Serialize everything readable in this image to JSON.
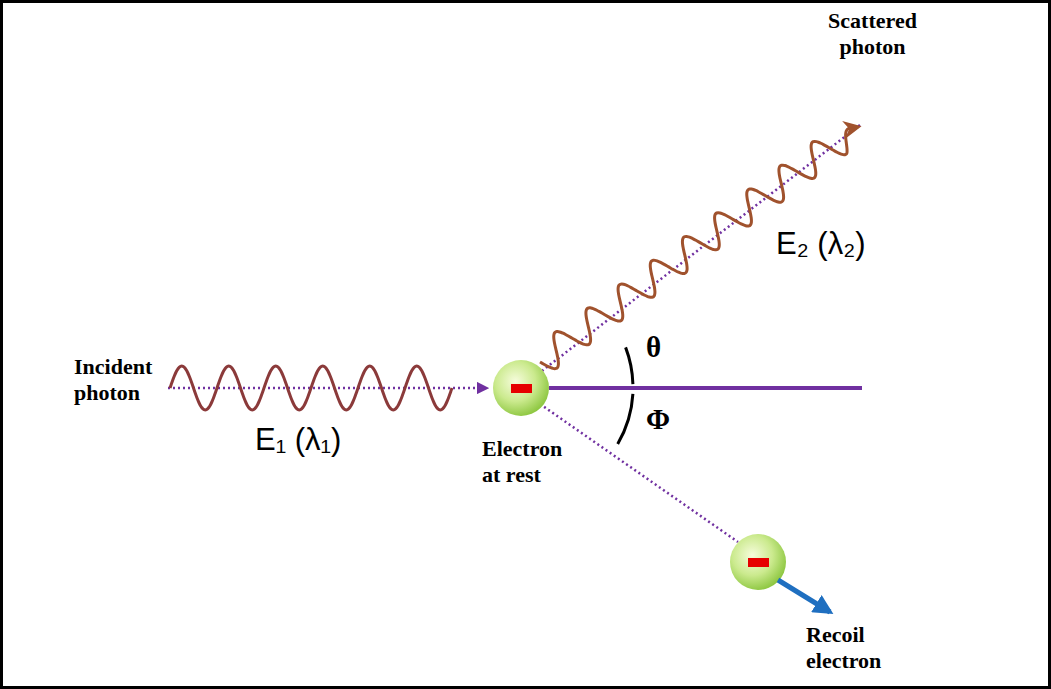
{
  "diagram": {
    "labels": [
      "Scattered photon",
      "E₂ (λ₂)",
      "θ",
      "Incident photon",
      "E₁ (λ₁)",
      "Electron at rest",
      "Φ",
      "Recoil electron"
    ]
  }
}
